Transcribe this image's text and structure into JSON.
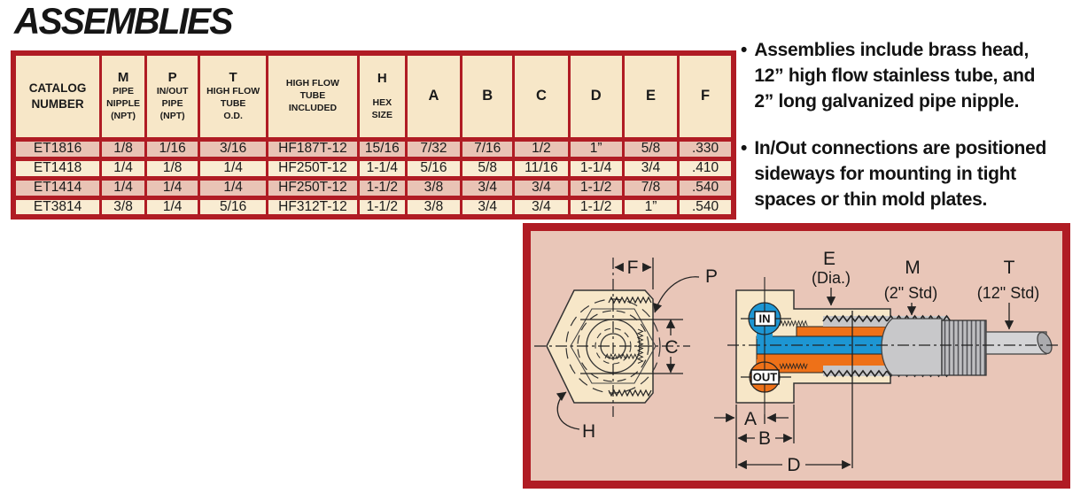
{
  "title": "ASSEMBLIES",
  "table": {
    "columns": [
      {
        "letter": "",
        "sub": "CATALOG\nNUMBER"
      },
      {
        "letter": "M",
        "sub": "PIPE\nNIPPLE\n(NPT)"
      },
      {
        "letter": "P",
        "sub": "IN/OUT\nPIPE\n(NPT)"
      },
      {
        "letter": "T",
        "sub": "HIGH FLOW\nTUBE\nO.D."
      },
      {
        "letter": "",
        "sub": "HIGH FLOW\nTUBE\nINCLUDED"
      },
      {
        "letter": "H",
        "sub": "HEX\nSIZE"
      },
      {
        "letter": "A",
        "sub": ""
      },
      {
        "letter": "B",
        "sub": ""
      },
      {
        "letter": "C",
        "sub": ""
      },
      {
        "letter": "D",
        "sub": ""
      },
      {
        "letter": "E",
        "sub": ""
      },
      {
        "letter": "F",
        "sub": ""
      }
    ],
    "rows": [
      [
        "ET1816",
        "1/8",
        "1/16",
        "3/16",
        "HF187T-12",
        "15/16",
        "7/32",
        "7/16",
        "1/2",
        "1”",
        "5/8",
        ".330"
      ],
      [
        "ET1418",
        "1/4",
        "1/8",
        "1/4",
        "HF250T-12",
        "1-1/4",
        "5/16",
        "5/8",
        "11/16",
        "1-1/4",
        "3/4",
        ".410"
      ],
      [
        "ET1414",
        "1/4",
        "1/4",
        "1/4",
        "HF250T-12",
        "1-1/2",
        "3/8",
        "3/4",
        "3/4",
        "1-1/2",
        "7/8",
        ".540"
      ],
      [
        "ET3814",
        "3/8",
        "1/4",
        "5/16",
        "HF312T-12",
        "1-1/2",
        "3/8",
        "3/4",
        "3/4",
        "1-1/2",
        "1”",
        ".540"
      ]
    ]
  },
  "bullets": [
    {
      "marker": "•",
      "text": "Assemblies include brass head,\n12” high flow stainless tube, and\n2” long galvanized pipe nipple."
    },
    {
      "marker": "•",
      "text": "In/Out connections are positioned\nsideways for mounting in tight\nspaces or thin mold plates."
    }
  ],
  "diagram": {
    "labels": {
      "f": "F",
      "p": "P",
      "c": "C",
      "h": "H",
      "e": "E",
      "e_sub": "(Dia.)",
      "m": "M",
      "m_sub": "(2\" Std)",
      "t": "T",
      "t_sub": "(12\" Std)",
      "in": "IN",
      "out": "OUT",
      "a": "A",
      "b": "B",
      "d": "D"
    }
  },
  "colors": {
    "border_red": "#b01c24",
    "cream": "#f7e7c8",
    "row_pink": "#e9c3b5",
    "row_cream": "#f9ecd2",
    "panel_pink": "#e9c6b8",
    "tube_blue": "#1d96d3",
    "tube_orange": "#ee7118",
    "pipe_gray": "#c8c8ca",
    "text_black": "#1a1a1a"
  }
}
